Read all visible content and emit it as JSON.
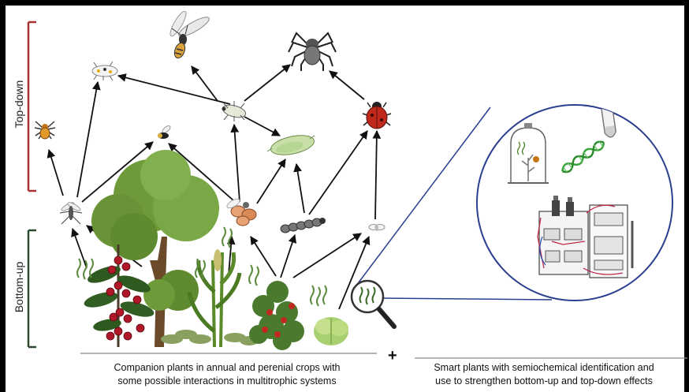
{
  "labels": {
    "top_down": "Top-down",
    "bottom_up": "Bottom-up"
  },
  "captions": {
    "left_line1": "Companion plants in annual and perenial crops with",
    "left_line2": "some possible interactions in multitrophic systems",
    "right_line1": "Smart plants with semiochemical identification and",
    "right_line2": "use to strengthen bottom-up and top-down effects",
    "plus": "+"
  },
  "colors": {
    "top_down_bracket": "#a83232",
    "bottom_up_bracket": "#2f4a2f",
    "magnifier_circle": "#2a3f8f",
    "arrow": "#111111",
    "tree_green": "#6f9a3a",
    "ladybug_red": "#c0281c",
    "dna_green": "#3aa33a"
  },
  "organisms": [
    {
      "id": "spider",
      "icon": "spider-icon"
    },
    {
      "id": "wasp",
      "icon": "wasp-icon"
    },
    {
      "id": "ladybird-larva",
      "icon": "larva-icon"
    },
    {
      "id": "small-spider",
      "icon": "small-spider-icon"
    },
    {
      "id": "lacewing-larva",
      "icon": "lacewing-larva-icon"
    },
    {
      "id": "hoverfly",
      "icon": "hoverfly-icon"
    },
    {
      "id": "ladybug",
      "icon": "ladybug-icon"
    },
    {
      "id": "green-bug",
      "icon": "green-bug-icon"
    },
    {
      "id": "mosquito",
      "icon": "mosquito-icon"
    },
    {
      "id": "aphids",
      "icon": "aphid-cluster-icon"
    },
    {
      "id": "caterpillar",
      "icon": "caterpillar-icon"
    },
    {
      "id": "whitefly",
      "icon": "whitefly-icon"
    }
  ],
  "plants": [
    {
      "id": "tree",
      "icon": "tree-icon"
    },
    {
      "id": "strawberry",
      "icon": "strawberry-plant-icon"
    },
    {
      "id": "maize",
      "icon": "maize-icon"
    },
    {
      "id": "herb",
      "icon": "herb-plant-icon"
    },
    {
      "id": "tomato",
      "icon": "tomato-plant-icon"
    },
    {
      "id": "lettuce",
      "icon": "lettuce-icon"
    }
  ],
  "lab_items": [
    {
      "id": "bell-jar",
      "icon": "bell-jar-icon"
    },
    {
      "id": "tube",
      "icon": "test-tube-icon"
    },
    {
      "id": "dna",
      "icon": "dna-icon"
    },
    {
      "id": "gc-ms",
      "icon": "gc-ms-instrument-icon"
    }
  ]
}
